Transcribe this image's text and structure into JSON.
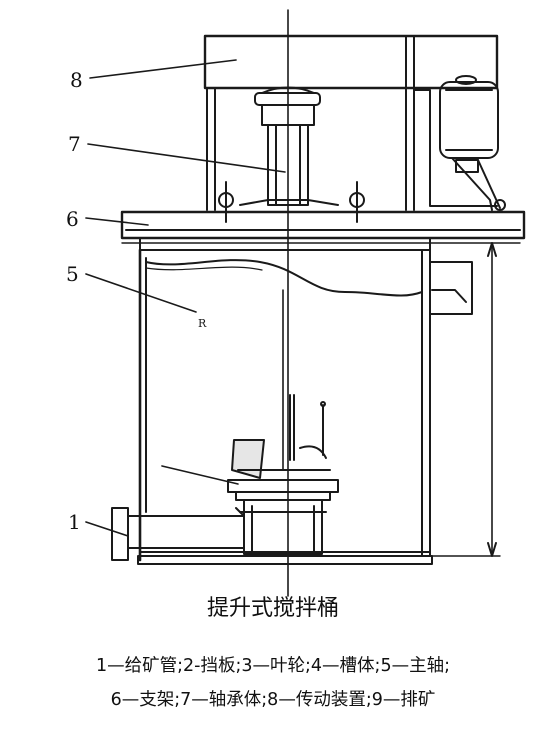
{
  "callouts": [
    "1",
    "5",
    "6",
    "7",
    "8"
  ],
  "caption": "提升式搅拌桶",
  "legend": {
    "line1": "1—给矿管;2-挡板;3—叶轮;4—槽体;5—主轴;",
    "line2": "6—支架;7—轴承体;8—传动装置;9—排矿"
  },
  "interior_label": "R",
  "colors": {
    "line": "#1a1a1a",
    "background": "#ffffff"
  }
}
